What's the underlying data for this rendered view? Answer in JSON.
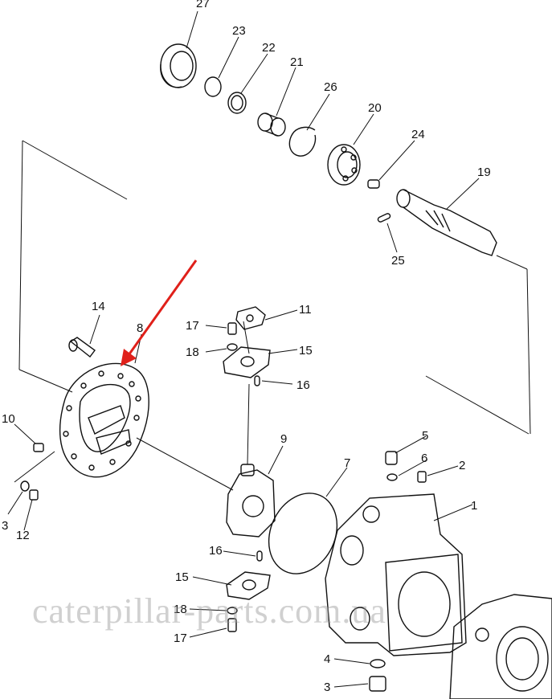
{
  "diagram": {
    "callouts": [
      {
        "id": "c27",
        "text": "27"
      },
      {
        "id": "c23",
        "text": "23"
      },
      {
        "id": "c22",
        "text": "22"
      },
      {
        "id": "c21",
        "text": "21"
      },
      {
        "id": "c26",
        "text": "26"
      },
      {
        "id": "c20",
        "text": "20"
      },
      {
        "id": "c24",
        "text": "24"
      },
      {
        "id": "c19",
        "text": "19"
      },
      {
        "id": "c25",
        "text": "25"
      },
      {
        "id": "c14",
        "text": "14"
      },
      {
        "id": "c8",
        "text": "8"
      },
      {
        "id": "c17a",
        "text": "17"
      },
      {
        "id": "c18a",
        "text": "18"
      },
      {
        "id": "c11",
        "text": "11"
      },
      {
        "id": "c15a",
        "text": "15"
      },
      {
        "id": "c16a",
        "text": "16"
      },
      {
        "id": "c10",
        "text": "10"
      },
      {
        "id": "c9",
        "text": "9"
      },
      {
        "id": "c7",
        "text": "7"
      },
      {
        "id": "c5",
        "text": "5"
      },
      {
        "id": "c6",
        "text": "6"
      },
      {
        "id": "c2",
        "text": "2"
      },
      {
        "id": "c1",
        "text": "1"
      },
      {
        "id": "c13",
        "text": "3"
      },
      {
        "id": "c12",
        "text": "12"
      },
      {
        "id": "c16b",
        "text": "16"
      },
      {
        "id": "c15b",
        "text": "15"
      },
      {
        "id": "c18b",
        "text": "18"
      },
      {
        "id": "c17b",
        "text": "17"
      },
      {
        "id": "c4",
        "text": "4"
      },
      {
        "id": "c3",
        "text": "3"
      }
    ],
    "watermark": "caterpillar-parts.com.ua",
    "arrow_color": "#e0201a"
  }
}
